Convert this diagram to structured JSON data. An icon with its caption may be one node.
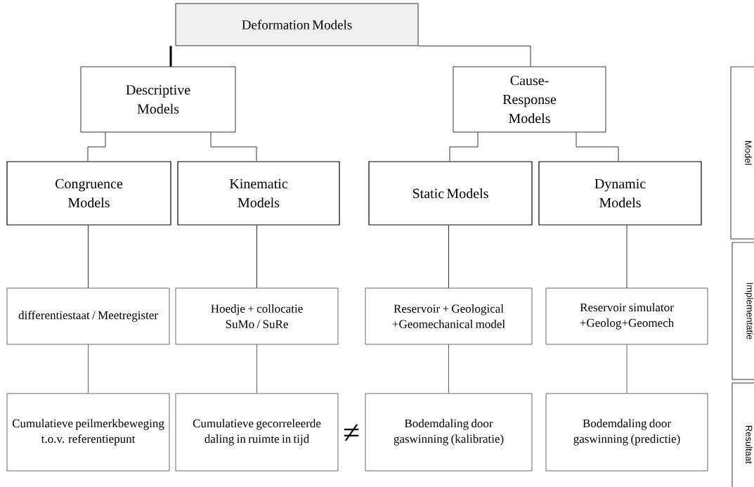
{
  "diagram": {
    "nodes": [
      {
        "text": [
          "Deformation Models"
        ]
      },
      {
        "text": [
          "Descriptive Models"
        ]
      },
      {
        "text": [
          "Cause-Response Models"
        ]
      },
      {
        "text": [
          "Congruence Models"
        ]
      },
      {
        "text": [
          "Kinematic Models"
        ]
      },
      {
        "text": [
          "Static Models"
        ]
      },
      {
        "text": [
          "Dynamic Models"
        ]
      },
      {
        "text": [
          "differentiestaat / Meetregister"
        ]
      },
      {
        "text": [
          "Hoedje + collocatie SuMo / SuRe"
        ]
      },
      {
        "text": [
          "Reservoir + Geological +Geomechanical model"
        ]
      },
      {
        "text": [
          "Reservoir simulator +Geolog+Geomech"
        ]
      },
      {
        "text": [
          "Cumulatieve peilmerkbeweging t.o.v. referentiepunt"
        ]
      },
      {
        "text": [
          "Cumulatieve gecorreleerde daling in ruimte in tijd"
        ]
      },
      {
        "text": [
          "Bodemdaling door gaswinning (kalibratie)"
        ]
      },
      {
        "text": [
          "Bodemdaling door gaswinning (predictie)"
        ]
      },
      {
        "text": [
          "Model"
        ]
      },
      {
        "text": [
          "Implementatie"
        ]
      },
      {
        "text": [
          "Resultaat"
        ]
      }
    ],
    "edges": [
      {
        "from": 0,
        "to": 1,
        "arrow": "none",
        "style": "thick"
      },
      {
        "from": 0,
        "to": 2,
        "arrow": "none"
      },
      {
        "from": 1,
        "to": 3,
        "arrow": "none"
      },
      {
        "from": 1,
        "to": 4,
        "arrow": "none"
      },
      {
        "from": 2,
        "to": 5,
        "arrow": "none"
      },
      {
        "from": 2,
        "to": 6,
        "arrow": "none"
      },
      {
        "from": 3,
        "to": 7,
        "arrow": "none"
      },
      {
        "from": 4,
        "to": 8,
        "arrow": "none"
      },
      {
        "from": 5,
        "to": 9,
        "arrow": "none"
      },
      {
        "from": 6,
        "to": 10,
        "arrow": "none"
      },
      {
        "from": 7,
        "to": 11,
        "arrow": "none"
      },
      {
        "from": 8,
        "to": 12,
        "arrow": "none"
      },
      {
        "from": 9,
        "to": 13,
        "arrow": "none"
      },
      {
        "from": 10,
        "to": 14,
        "arrow": "none"
      }
    ],
    "labels": [
      "≠"
    ]
  }
}
